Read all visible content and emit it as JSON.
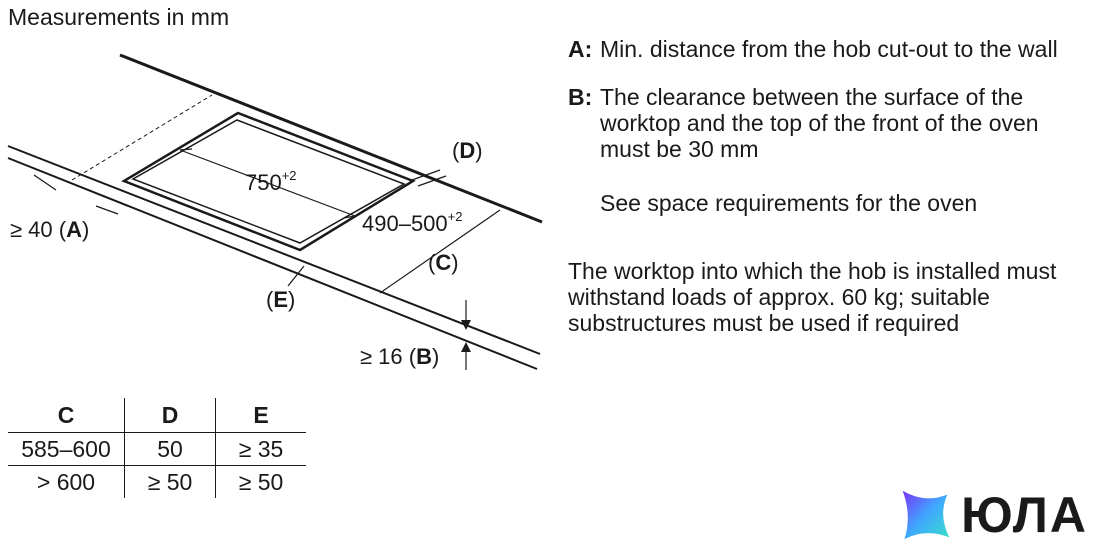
{
  "title": "Measurements in mm",
  "diagram": {
    "labels": {
      "a_prefix": "≥ 40 (",
      "a_key": "A",
      "a_suffix": ")",
      "b_prefix": "≥ 16 (",
      "b_key": "B",
      "b_suffix": ")",
      "c_label": "(C)",
      "d_label": "(D)",
      "e_label": "(E)",
      "width_value": "750",
      "width_tol": "+2",
      "depth_value": "490–500",
      "depth_tol": "+2"
    }
  },
  "notes": {
    "a_key": "A:",
    "a_text": "Min. distance from the hob cut-out to the wall",
    "b_key": "B:",
    "b_text": "The clearance between the surface of the worktop and the top of the front of the oven must be 30 mm",
    "oven_note": "See space requirements for the oven",
    "load_note": "The worktop into which the hob is installed must withstand loads of approx. 60 kg; suitable substructures must be used if required"
  },
  "table": {
    "headers": [
      "C",
      "D",
      "E"
    ],
    "rows": [
      [
        "585–600",
        "50",
        "≥ 35"
      ],
      [
        "> 600",
        "≥ 50",
        "≥ 50"
      ]
    ]
  },
  "logo": {
    "text": "ЮЛА",
    "gradient": [
      "#7b2ff7",
      "#3fa7ff",
      "#38e0c8"
    ]
  }
}
